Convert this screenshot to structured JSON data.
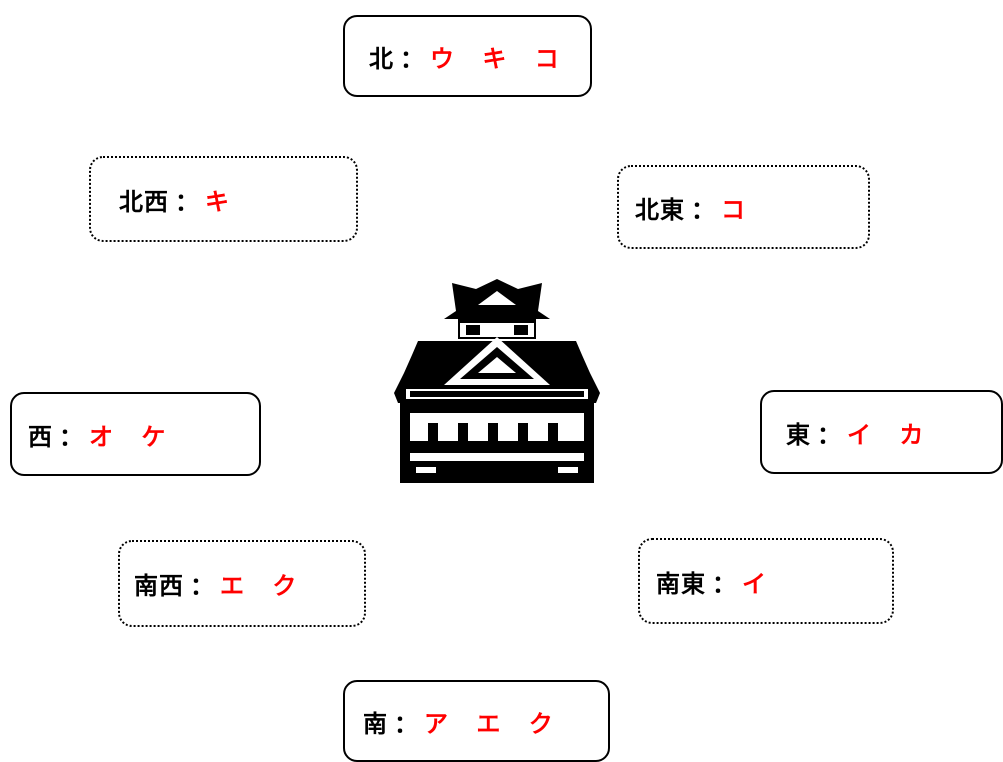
{
  "separator": "：",
  "boxes": {
    "north": {
      "label": "北",
      "answers": "ウ キ コ"
    },
    "northwest": {
      "label": "北西",
      "answers": "キ"
    },
    "northeast": {
      "label": "北東",
      "answers": "コ"
    },
    "west": {
      "label": "西",
      "answers": "オ ケ"
    },
    "east": {
      "label": "東",
      "answers": "イ カ"
    },
    "southwest": {
      "label": "南西",
      "answers": "エ ク"
    },
    "southeast": {
      "label": "南東",
      "answers": "イ"
    },
    "south": {
      "label": "南",
      "answers": "ア エ ク"
    }
  },
  "colors": {
    "answer": "#ff0000",
    "text": "#000000",
    "border": "#000000"
  },
  "icons": {
    "center": "castle-icon"
  }
}
